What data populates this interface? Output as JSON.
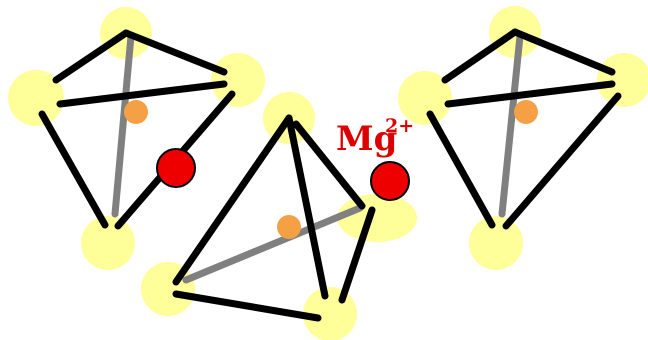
{
  "ion_label": {
    "symbol": "Mg",
    "charge": "2+"
  },
  "colors": {
    "vertex": "#ffff99",
    "edge": "#000000",
    "hidden_edge": "#808080",
    "center": "#f5a044",
    "ion": "#ee0000",
    "label": "#dd0000"
  },
  "structures": [
    {
      "name": "tetrahedron-left"
    },
    {
      "name": "tetrahedron-center"
    },
    {
      "name": "tetrahedron-right"
    }
  ]
}
